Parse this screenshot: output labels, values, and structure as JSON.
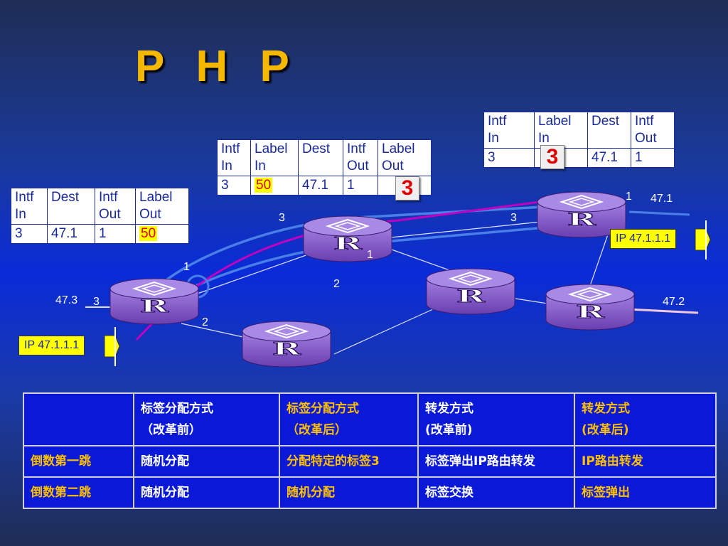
{
  "title": "P H P",
  "tables": {
    "t1": {
      "headers": [
        "Intf\nIn",
        "Dest",
        "Intf\nOut",
        "Label\nOut"
      ],
      "row": [
        "3",
        "47.1",
        "1",
        "50"
      ]
    },
    "t2": {
      "headers": [
        "Intf\nIn",
        "Label\nIn",
        "Dest",
        "Intf\nOut",
        "Label\nOut"
      ],
      "row": [
        "3",
        "50",
        "47.1",
        "1",
        ""
      ],
      "badge": "3"
    },
    "t3": {
      "headers": [
        "Intf\nIn",
        "Label\nIn",
        "Dest",
        "Intf\nOut"
      ],
      "row": [
        "3",
        "",
        "47.1",
        "1"
      ],
      "badge": "3"
    }
  },
  "routers": {
    "symbol": "R",
    "icon": "router-icon"
  },
  "port_labels": {
    "r2_in": "3",
    "r3_in": "3",
    "r3_out": "1",
    "r2_out": "1",
    "r1_up": "1",
    "r1_mid": "2",
    "r1_in": "3",
    "r1_down": "2"
  },
  "networks": {
    "n1": "47.1",
    "n2": "47.2",
    "n3": "47.3"
  },
  "packets": {
    "in": "IP 47.1.1.1",
    "out": "IP 47.1.1.1"
  },
  "comparison": {
    "headers": [
      "",
      "标签分配方式\n（改革前）",
      "标签分配方式\n（改革后）",
      "转发方式\n(改革前)",
      "转发方式\n(改革后)"
    ],
    "rows": [
      [
        "倒数第一跳",
        "随机分配",
        "分配特定的标签3",
        "标签弹出IP路由转发",
        "IP路由转发"
      ],
      [
        "倒数第二跳",
        "随机分配",
        "随机分配",
        "标签交换",
        "标签弹出"
      ]
    ]
  },
  "colors": {
    "title": "#f5b800",
    "accent_yellow": "#ffc000",
    "highlight": "#ffff00",
    "label_red": "#e00000",
    "lsp_blue": "#4a7fe8",
    "lsp_magenta": "#c000c0",
    "router": "#8a5cc8"
  }
}
